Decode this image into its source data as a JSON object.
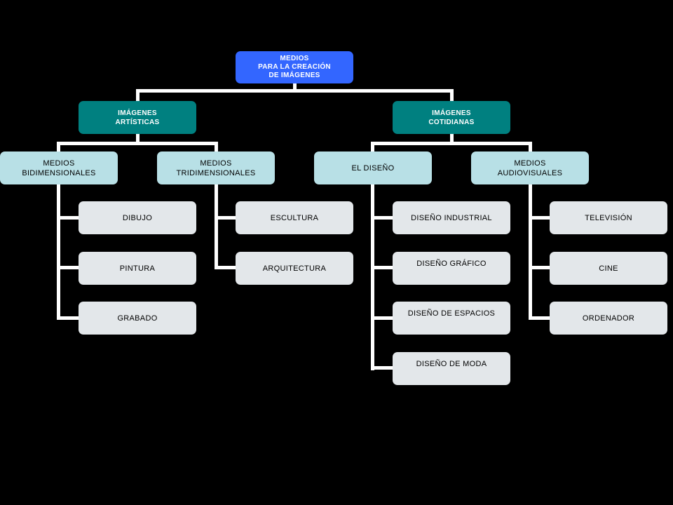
{
  "colors": {
    "background": "#000000",
    "root": "#3366ff",
    "level1": "#008080",
    "level2": "#b8e0e6",
    "leaf": "#e3e7ea",
    "connector": "#ffffff"
  },
  "diagram": {
    "root": "MEDIOS\nPARA LA CREACIÓN\nDE IMÁGENES",
    "artisticas": {
      "label": "IMÁGENES\nARTÍSTICAS",
      "bidimensionales": {
        "label": "MEDIOS\nBIDIMENSIONALES",
        "items": [
          "DIBUJO",
          "PINTURA",
          "GRABADO"
        ]
      },
      "tridimensionales": {
        "label": "MEDIOS\nTRIDIMENSIONALES",
        "items": [
          "ESCULTURA",
          "ARQUITECTURA"
        ]
      }
    },
    "cotidianas": {
      "label": "IMÁGENES\nCOTIDIANAS",
      "diseno": {
        "label": "EL DISEÑO",
        "items": [
          "DISEÑO INDUSTRIAL",
          "DISEÑO GRÁFICO",
          "DISEÑO DE ESPACIOS",
          "DISEÑO DE MODA"
        ]
      },
      "audiovisuales": {
        "label": "MEDIOS\nAUDIOVISUALES",
        "items": [
          "TELEVISIÓN",
          "CINE",
          "ORDENADOR"
        ]
      }
    }
  }
}
